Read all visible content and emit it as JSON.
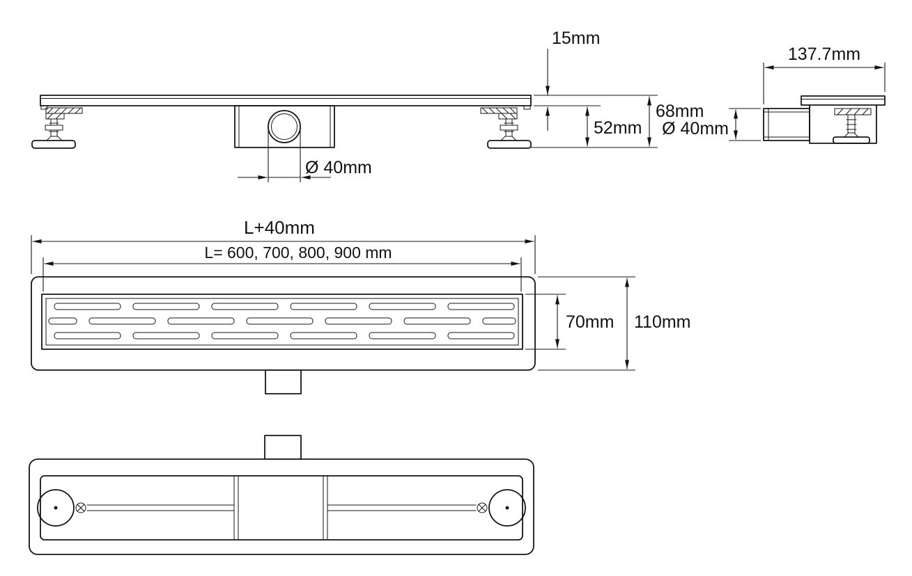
{
  "views": {
    "side_elevation": {
      "dims": {
        "flange_height": "15mm",
        "body_height": "52mm",
        "total_height": "68mm",
        "outlet_diameter": "Ø 40mm"
      }
    },
    "end_view": {
      "dims": {
        "overall_depth": "137.7mm",
        "outlet_diameter": "Ø 40mm"
      }
    },
    "plan_view": {
      "dims": {
        "overall_length": "L+40mm",
        "channel_length_options": "L= 600, 700, 800, 900 mm",
        "channel_width": "70mm",
        "overall_width": "110mm"
      }
    }
  },
  "colors": {
    "line": "#151515",
    "background": "#ffffff"
  }
}
